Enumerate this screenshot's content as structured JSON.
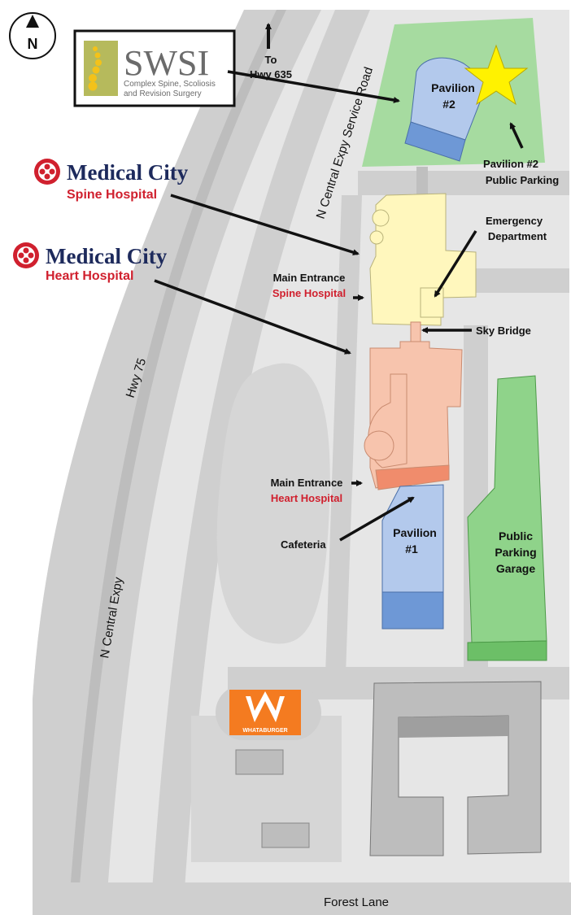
{
  "compass": {
    "letter": "N"
  },
  "swsi_logo": {
    "name": "SWSI",
    "tagline_1": "Complex Spine, Scoliosis",
    "tagline_2": "and Revision Surgery"
  },
  "highway_exit": {
    "line_1": "To",
    "line_2": "Hwy 635"
  },
  "spine_hospital_logo": {
    "name": "Medical City",
    "subtitle": "Spine Hospital"
  },
  "heart_hospital_logo": {
    "name": "Medical City",
    "subtitle": "Heart Hospital"
  },
  "roads": {
    "service_road": "N Central Expy Service Road",
    "hwy75": "Hwy 75",
    "central_expy": "N Central Expy",
    "forest_lane": "Forest Lane"
  },
  "buildings": {
    "pavilion2": {
      "line_1": "Pavilion",
      "line_2": "#2"
    },
    "pavilion1": {
      "line_1": "Pavilion",
      "line_2": "#1"
    },
    "garage": {
      "line_1": "Public",
      "line_2": "Parking",
      "line_3": "Garage"
    }
  },
  "callouts": {
    "pavilion2_parking_1": "Pavilion #2",
    "pavilion2_parking_2": "Public Parking",
    "emergency_1": "Emergency",
    "emergency_2": "Department",
    "sky_bridge": "Sky Bridge",
    "cafeteria": "Cafeteria",
    "spine_entrance_1": "Main Entrance",
    "spine_entrance_2": "Spine Hospital",
    "heart_entrance_1": "Main Entrance",
    "heart_entrance_2": "Heart Hospital"
  },
  "whataburger": {
    "name": "WHATABURGER"
  },
  "colors": {
    "land": "#e6e6e6",
    "road": "#c8c8c8",
    "spine_hospital": "#fff7bd",
    "heart_hospital": "#f7c4ad",
    "pavilion": "#b3c9ec",
    "pavilion_side": "#6e98d6",
    "parking_green": "#a6dba0",
    "garage_green": "#8fd38a",
    "accent_red": "#d0202e",
    "whataburger_orange": "#f47b20",
    "star": "#fff200"
  }
}
